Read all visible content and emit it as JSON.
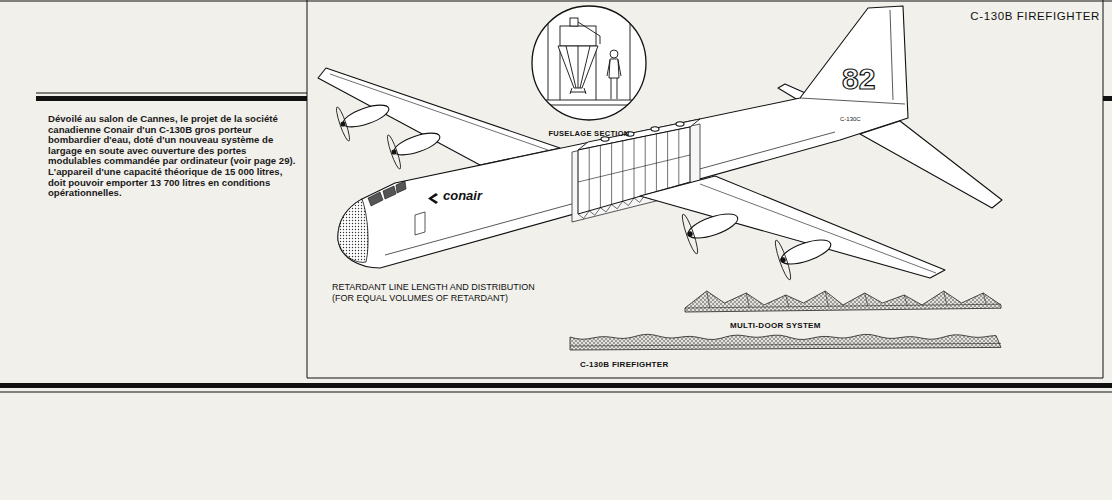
{
  "diagram": {
    "title": "C-130B FIREFIGHTER",
    "caption": "Dévoilé au salon de Cannes, le projet de la société canadienne Conair d'un C-130B gros porteur bombardier d'eau, doté d'un nouveau système de largage en soute avec ouverture des portes modulables commandée par ordinateur (voir page 29). L'appareil d'une capacité théorique de 15 000 litres, doit pouvoir emporter 13 700 litres en conditions opérationnelles.",
    "nodes": [
      {
        "text": [
          "FUSELAGE SECTION"
        ]
      },
      {
        "text": [
          "MULTI-DOOR SYSTEM"
        ]
      },
      {
        "text": [
          "C-130B FIREFIGHTER"
        ]
      }
    ],
    "labels": [
      "82",
      "C-130C",
      "conair",
      "RETARDANT LINE LENGTH AND DISTRIBUTION (FOR EQUAL VOLUMES OF RETARDANT)"
    ]
  }
}
